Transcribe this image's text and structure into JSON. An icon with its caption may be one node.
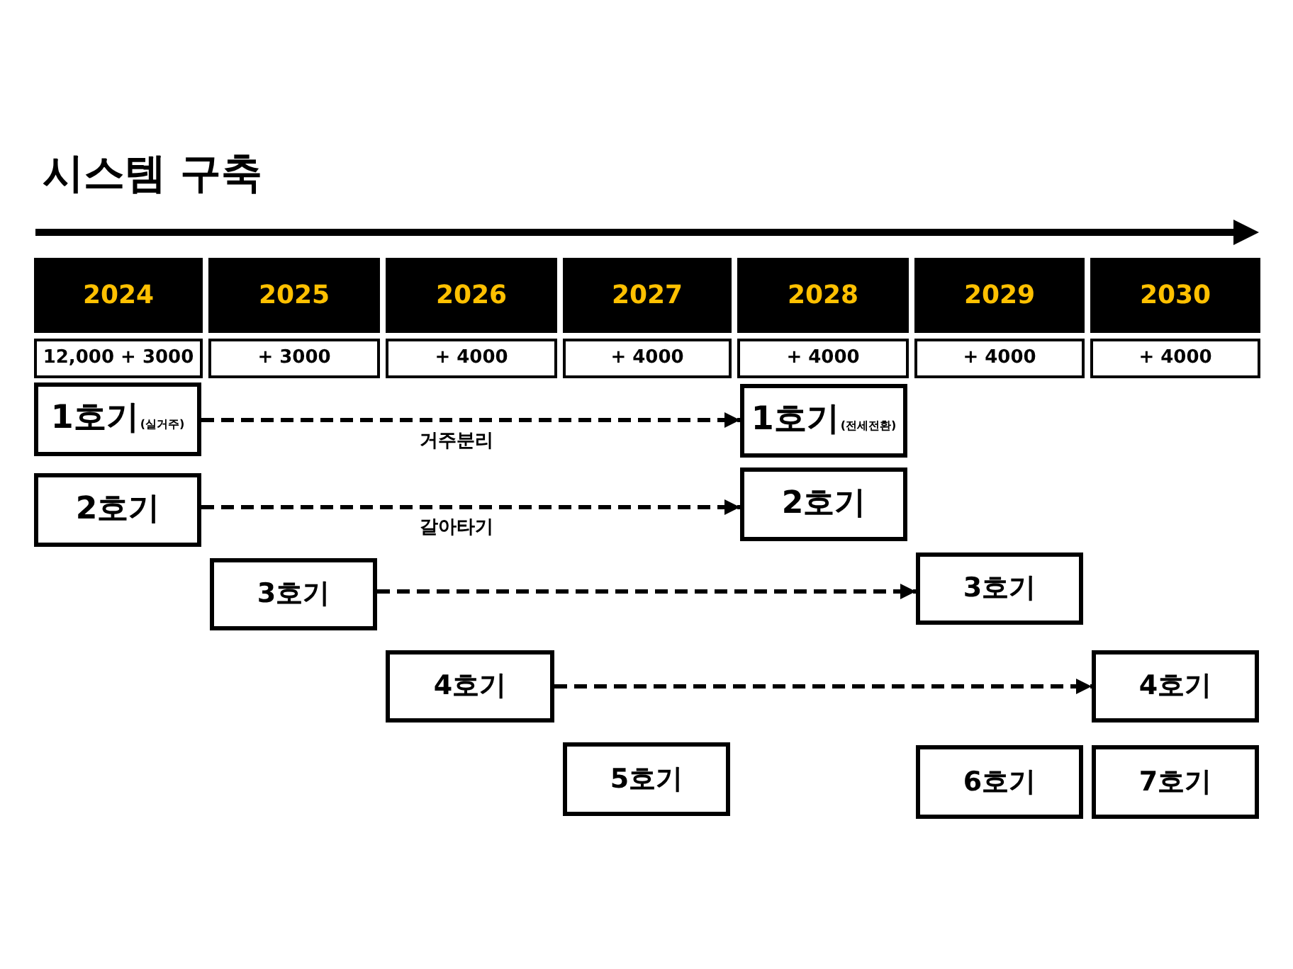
{
  "diagram": {
    "title": "시스템 구축",
    "nodes": [
      {
        "text": [
          "2024"
        ]
      },
      {
        "text": [
          "2025"
        ]
      },
      {
        "text": [
          "2026"
        ]
      },
      {
        "text": [
          "2027"
        ]
      },
      {
        "text": [
          "2028"
        ]
      },
      {
        "text": [
          "2029"
        ]
      },
      {
        "text": [
          "2030"
        ]
      },
      {
        "text": [
          "12,000 + 3000"
        ]
      },
      {
        "text": [
          "+ 3000"
        ]
      },
      {
        "text": [
          "+ 4000"
        ]
      },
      {
        "text": [
          "+ 4000"
        ]
      },
      {
        "text": [
          "+ 4000"
        ]
      },
      {
        "text": [
          "+ 4000"
        ]
      },
      {
        "text": [
          "+ 4000"
        ]
      },
      {
        "text": [
          "1호기",
          "(실거주)"
        ]
      },
      {
        "text": [
          "1호기",
          "(전세전환)"
        ]
      },
      {
        "text": [
          "2호기"
        ]
      },
      {
        "text": [
          "2호기"
        ]
      },
      {
        "text": [
          "3호기"
        ]
      },
      {
        "text": [
          "3호기"
        ]
      },
      {
        "text": [
          "4호기"
        ]
      },
      {
        "text": [
          "4호기"
        ]
      },
      {
        "text": [
          "5호기"
        ]
      },
      {
        "text": [
          "6호기"
        ]
      },
      {
        "text": [
          "7호기"
        ]
      }
    ],
    "edges": [
      {
        "from": 14,
        "to": 15,
        "arrow": "to",
        "style": "dashed",
        "label": "거주분리"
      },
      {
        "from": 16,
        "to": 17,
        "arrow": "to",
        "style": "dashed",
        "label": "갈아타기"
      },
      {
        "from": 18,
        "to": 19,
        "arrow": "to",
        "style": "dashed"
      },
      {
        "from": 20,
        "to": 21,
        "arrow": "to",
        "style": "dashed"
      }
    ]
  }
}
